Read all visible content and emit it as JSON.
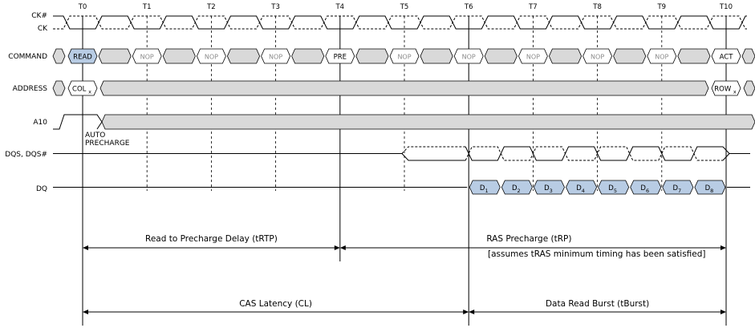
{
  "clock_labels": [
    "T0",
    "T1",
    "T2",
    "T3",
    "T4",
    "T5",
    "T6",
    "T7",
    "T8",
    "T9",
    "T10"
  ],
  "signal_labels": {
    "ck_n": "CK#",
    "ck": "CK",
    "command": "COMMAND",
    "address": "ADDRESS",
    "a10": "A10",
    "dqs": "DQS, DQS#",
    "dq": "DQ"
  },
  "command_cells": [
    "READ",
    "NOP",
    "NOP",
    "NOP",
    "PRE",
    "NOP",
    "NOP",
    "NOP",
    "NOP",
    "NOP",
    "ACT"
  ],
  "address_cells": [
    {
      "text": "COL",
      "sub": "x"
    },
    {
      "text": "ROW",
      "sub": "x"
    }
  ],
  "a10_note": [
    "AUTO",
    "PRECHARGE"
  ],
  "dq_cells": [
    {
      "text": "D",
      "sub": "1"
    },
    {
      "text": "D",
      "sub": "2"
    },
    {
      "text": "D",
      "sub": "3"
    },
    {
      "text": "D",
      "sub": "4"
    },
    {
      "text": "D",
      "sub": "5"
    },
    {
      "text": "D",
      "sub": "6"
    },
    {
      "text": "D",
      "sub": "7"
    },
    {
      "text": "D",
      "sub": "8"
    }
  ],
  "annotations": {
    "trtp": "Read to Precharge Delay (tRTP)",
    "trp": "RAS Precharge (tRP)",
    "trp_note": "[assumes tRAS minimum timing has been satisfied]",
    "cl": "CAS Latency (CL)",
    "tburst": "Data Read Burst (tBurst)"
  },
  "colors": {
    "highlight": "#b8cce4",
    "bus_fill": "#d9d9d9",
    "line": "#000000",
    "dim_text": "#8a8a8a"
  }
}
